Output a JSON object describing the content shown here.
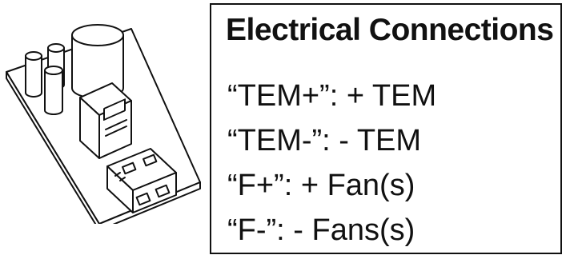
{
  "title": "Electrical Connections",
  "connections": [
    "“TEM+”: + TEM",
    "“TEM-”: - TEM",
    "“F+”: + Fan(s)",
    "“F-”: - Fans(s)"
  ],
  "illustration": {
    "subject": "circuit-board-with-terminal-block",
    "stroke_color": "#111111",
    "fill_color": "#ffffff"
  }
}
